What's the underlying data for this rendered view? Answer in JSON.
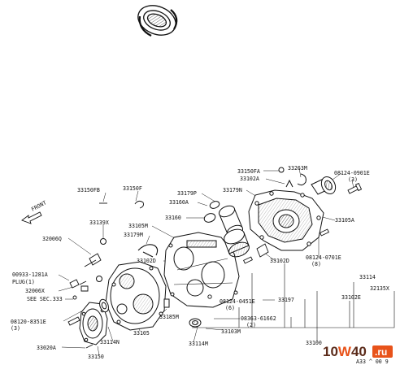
{
  "diagram": {
    "front_label": "FRONT",
    "code": "A33 ^ 00 9",
    "labels": {
      "l33150fa": "33150FA",
      "l33263m": "33263M",
      "l33102a": "33102A",
      "l08124_0901e": "08124-0901E",
      "l08124_0901e_qty": "(3)",
      "l33150fb": "33150FB",
      "l33150f": "33150F",
      "l33179p": "33179P",
      "l33179n": "33179N",
      "l33160a": "33160A",
      "l33160": "33160",
      "l33139x": "33139X",
      "l33105m": "33105M",
      "l33105a": "33105A",
      "l33179m": "33179M",
      "l32006q": "32006Q",
      "l08124_0701e": "08124-0701E",
      "l08124_0701e_qty": "(8)",
      "l33102d_a": "33102D",
      "l33102d_b": "33102D",
      "l00933": "00933-1281A",
      "l00933_plug": "PLUG(1)",
      "l33114": "33114",
      "l32135x": "32135X",
      "l32006x": "32006X",
      "l08124_0451e": "08124-0451E",
      "l08124_0451e_qty": "(6)",
      "l33197": "33197",
      "l33102e": "33102E",
      "l08363": "08363-61662",
      "l08363_qty": "(2)",
      "l_see": "SEE SEC.333",
      "l08120": "08120-8351E",
      "l08120_qty": "(3)",
      "l33185m": "33185M",
      "l33103m": "33103M",
      "l33020a": "33020A",
      "l33114n": "33114N",
      "l33105": "33105",
      "l33114m": "33114M",
      "l33150": "33150",
      "l33100": "33100"
    }
  },
  "watermark": {
    "part1": "10",
    "part2": "W",
    "part3": "40",
    "suffix": ".ru",
    "color_dark": "#5b2b1a",
    "color_accent": "#e8531a"
  }
}
